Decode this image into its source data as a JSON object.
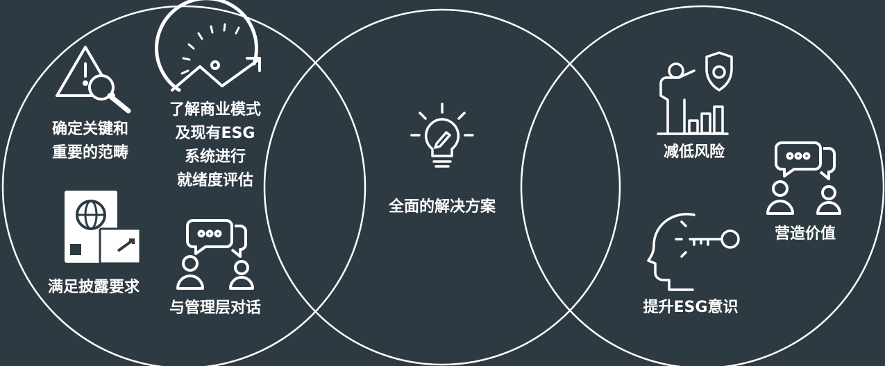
{
  "colors": {
    "background": "#2e3a41",
    "foreground": "#ffffff"
  },
  "left_circle": {
    "items": [
      {
        "icon": "warning-magnifier-icon",
        "lines": [
          "确定关键和",
          "重要的范畴"
        ]
      },
      {
        "icon": "speedometer-trend-icon",
        "lines": [
          "了解商业模式",
          "及现有ESG",
          "系统进行",
          "就绪度评估"
        ]
      },
      {
        "icon": "passport-globe-icon",
        "lines": [
          "满足披露要求"
        ]
      },
      {
        "icon": "people-chat-icon",
        "lines": [
          "与管理层对话"
        ]
      }
    ]
  },
  "center_circle": {
    "icon": "lightbulb-pencil-icon",
    "label": "全面的解决方案"
  },
  "right_circle": {
    "items": [
      {
        "icon": "presenter-gear-chart-icon",
        "label": "减低风险"
      },
      {
        "icon": "people-chat-icon",
        "label": "营造价值"
      },
      {
        "icon": "head-key-icon",
        "label": "提升ESG意识"
      }
    ]
  }
}
